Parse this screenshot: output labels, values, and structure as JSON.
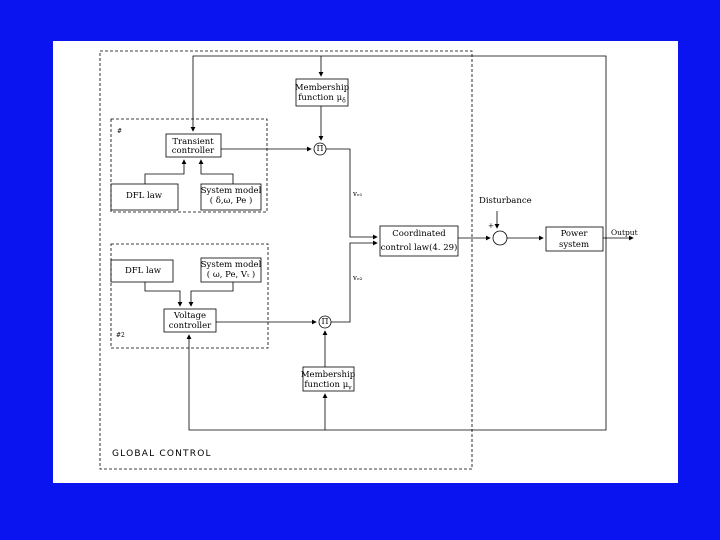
{
  "membership_top": {
    "line1": "Membership",
    "line2": "function",
    "symbol": "μ",
    "subscript": "δ"
  },
  "membership_bottom": {
    "line1": "Membership",
    "line2": "function",
    "symbol": "μ",
    "subscript": "v"
  },
  "group1_label": "#",
  "group2_label": "#2",
  "transient": {
    "line1": "Transient",
    "line2": "controller"
  },
  "dfl_law_1": "DFL law",
  "dfl_law_2": "DFL law",
  "system_model_1": {
    "line1": "System model",
    "line2": "( δ,ω, Pe )"
  },
  "system_model_2": {
    "line1": "System model",
    "line2": "( ω, Pe, Vₜ )"
  },
  "voltage": {
    "line1": "Voltage",
    "line2": "controller"
  },
  "pi_top": "Π",
  "pi_bottom": "Π",
  "v_f1": "vₑ₁",
  "v_f2": "vₑ₂",
  "coordinated": {
    "line1": "Coordinated",
    "line2": "control law(4. 29)"
  },
  "disturbance": "Disturbance",
  "plus_sign": "+",
  "power_system": {
    "line1": "Power",
    "line2": "system"
  },
  "output": "Output",
  "global_control": "GLOBAL CONTROL"
}
